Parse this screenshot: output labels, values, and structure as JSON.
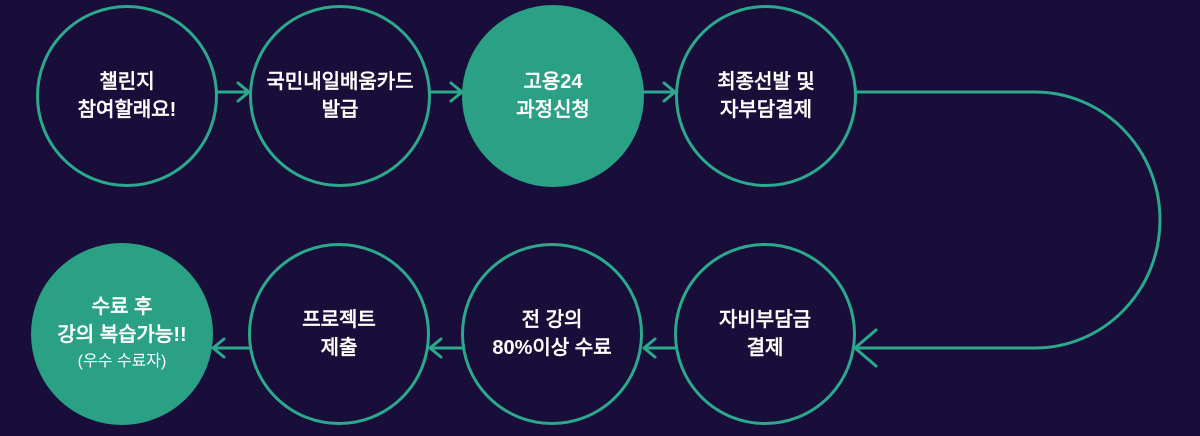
{
  "colors": {
    "background": "#190d3a",
    "accent_teal": "#2aa184",
    "connector_stroke": "#2ba98d",
    "text": "#ffffff"
  },
  "flow": {
    "steps": [
      {
        "id": 1,
        "line1": "챌린지",
        "line2": "참여할래요!",
        "filled": false
      },
      {
        "id": 2,
        "line1": "국민내일배움카드",
        "line2": "발급",
        "filled": false
      },
      {
        "id": 3,
        "line1": "고용24",
        "line2": "과정신청",
        "filled": true
      },
      {
        "id": 4,
        "line1": "최종선발 및",
        "line2": "자부담결제",
        "filled": false
      },
      {
        "id": 5,
        "line1": "자비부담금",
        "line2": "결제",
        "filled": false
      },
      {
        "id": 6,
        "line1": "전 강의",
        "line2": "80%이상 수료",
        "filled": false
      },
      {
        "id": 7,
        "line1": "프로젝트",
        "line2": "제출",
        "filled": false
      },
      {
        "id": 8,
        "line1": "수료 후",
        "line2": "강의 복습가능!!",
        "line3": "(우수 수료자)",
        "filled": true
      }
    ]
  }
}
